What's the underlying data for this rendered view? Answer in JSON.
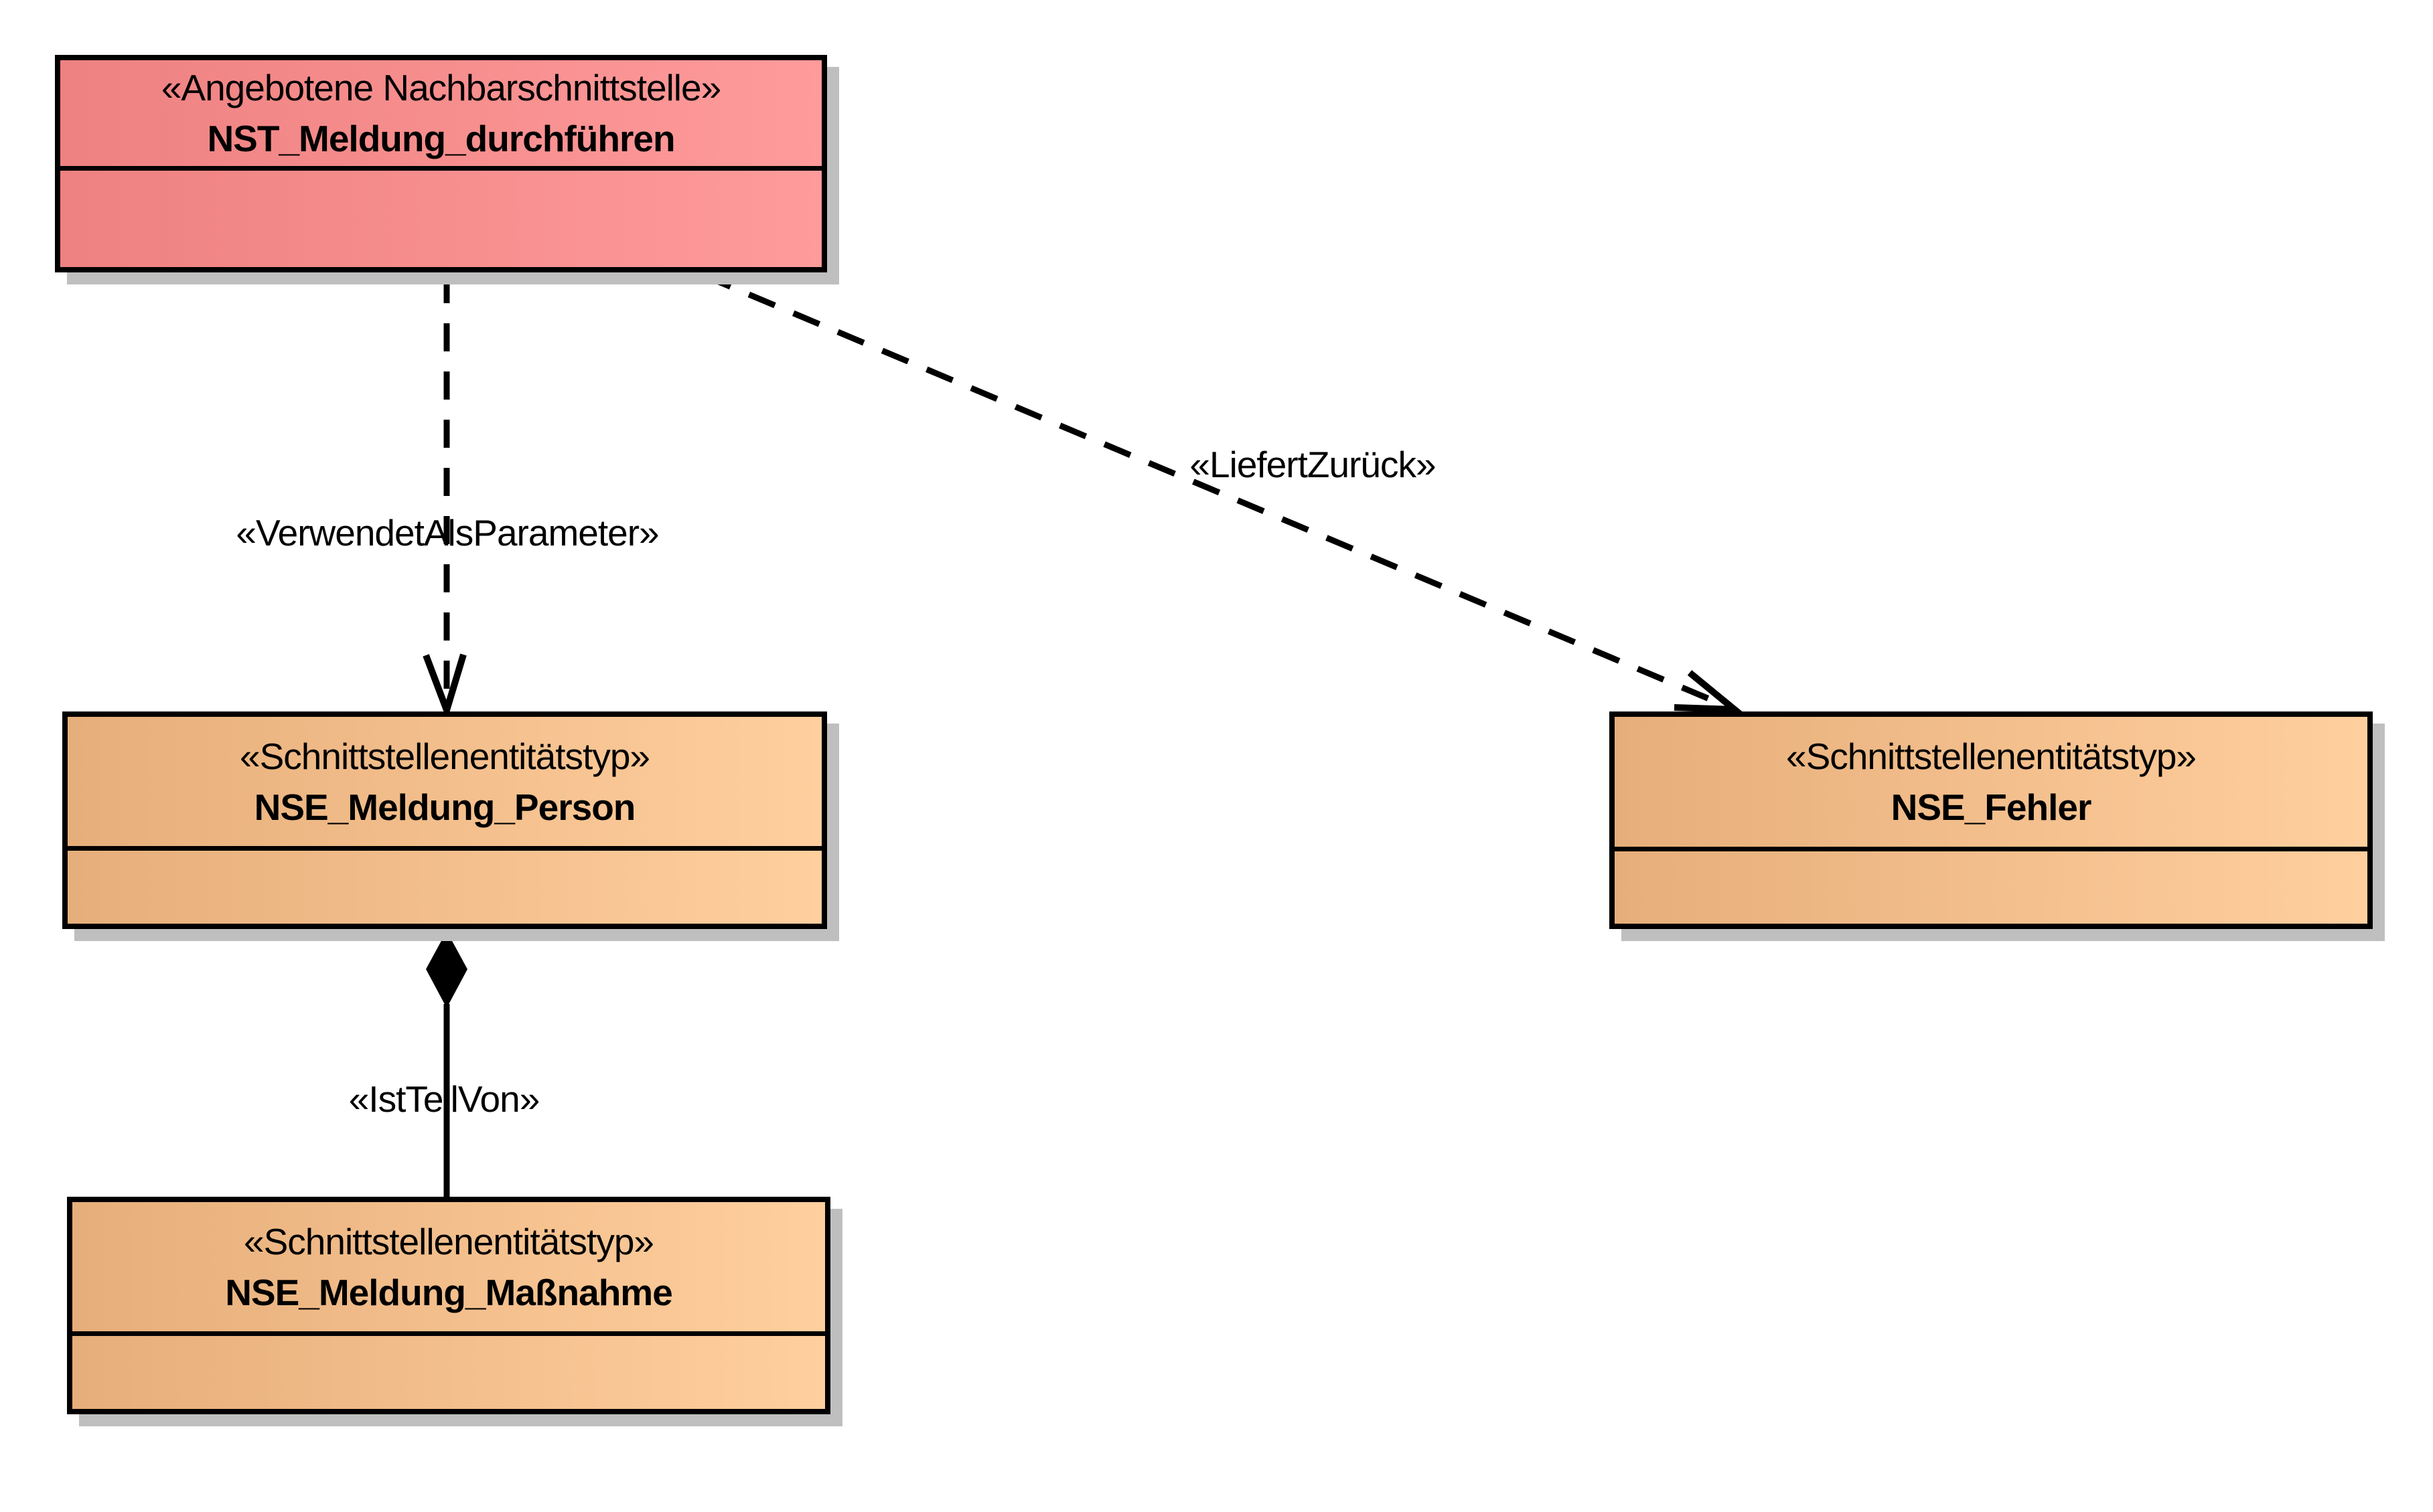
{
  "diagram": {
    "type": "uml-class-diagram",
    "colors": {
      "background": "#ffffff",
      "border": "#000000",
      "shadow": "#bfbfbf",
      "red_left": "#ee8181",
      "red_right": "#ff9b9b",
      "orange_left": "#e6ae7a",
      "orange_right": "#ffcf9e",
      "line": "#000000"
    },
    "nodes": [
      {
        "id": "nst_meldung_durchfuehren",
        "stereotype": "«Angebotene Nachbarschnittstelle»",
        "name": "NST_Meldung_durchführen"
      },
      {
        "id": "nse_meldung_person",
        "stereotype": "«Schnittstellenentitätstyp»",
        "name": "NSE_Meldung_Person"
      },
      {
        "id": "nse_fehler",
        "stereotype": "«Schnittstellenentitätstyp»",
        "name": "NSE_Fehler"
      },
      {
        "id": "nse_meldung_massnahme",
        "stereotype": "«Schnittstellenentitätstyp»",
        "name": "NSE_Meldung_Maßnahme"
      }
    ],
    "edges": [
      {
        "label": "«VerwendetAlsParameter»",
        "type": "dashed-dependency-open-arrow",
        "from": "nst_meldung_durchfuehren",
        "to": "nse_meldung_person"
      },
      {
        "label": "«LiefertZurück»",
        "type": "dashed-dependency-open-arrow",
        "from": "nst_meldung_durchfuehren",
        "to": "nse_fehler"
      },
      {
        "label": "«IstTeilVon»",
        "type": "solid-composition-filled-diamond",
        "from": "nse_meldung_massnahme",
        "to": "nse_meldung_person"
      }
    ]
  }
}
